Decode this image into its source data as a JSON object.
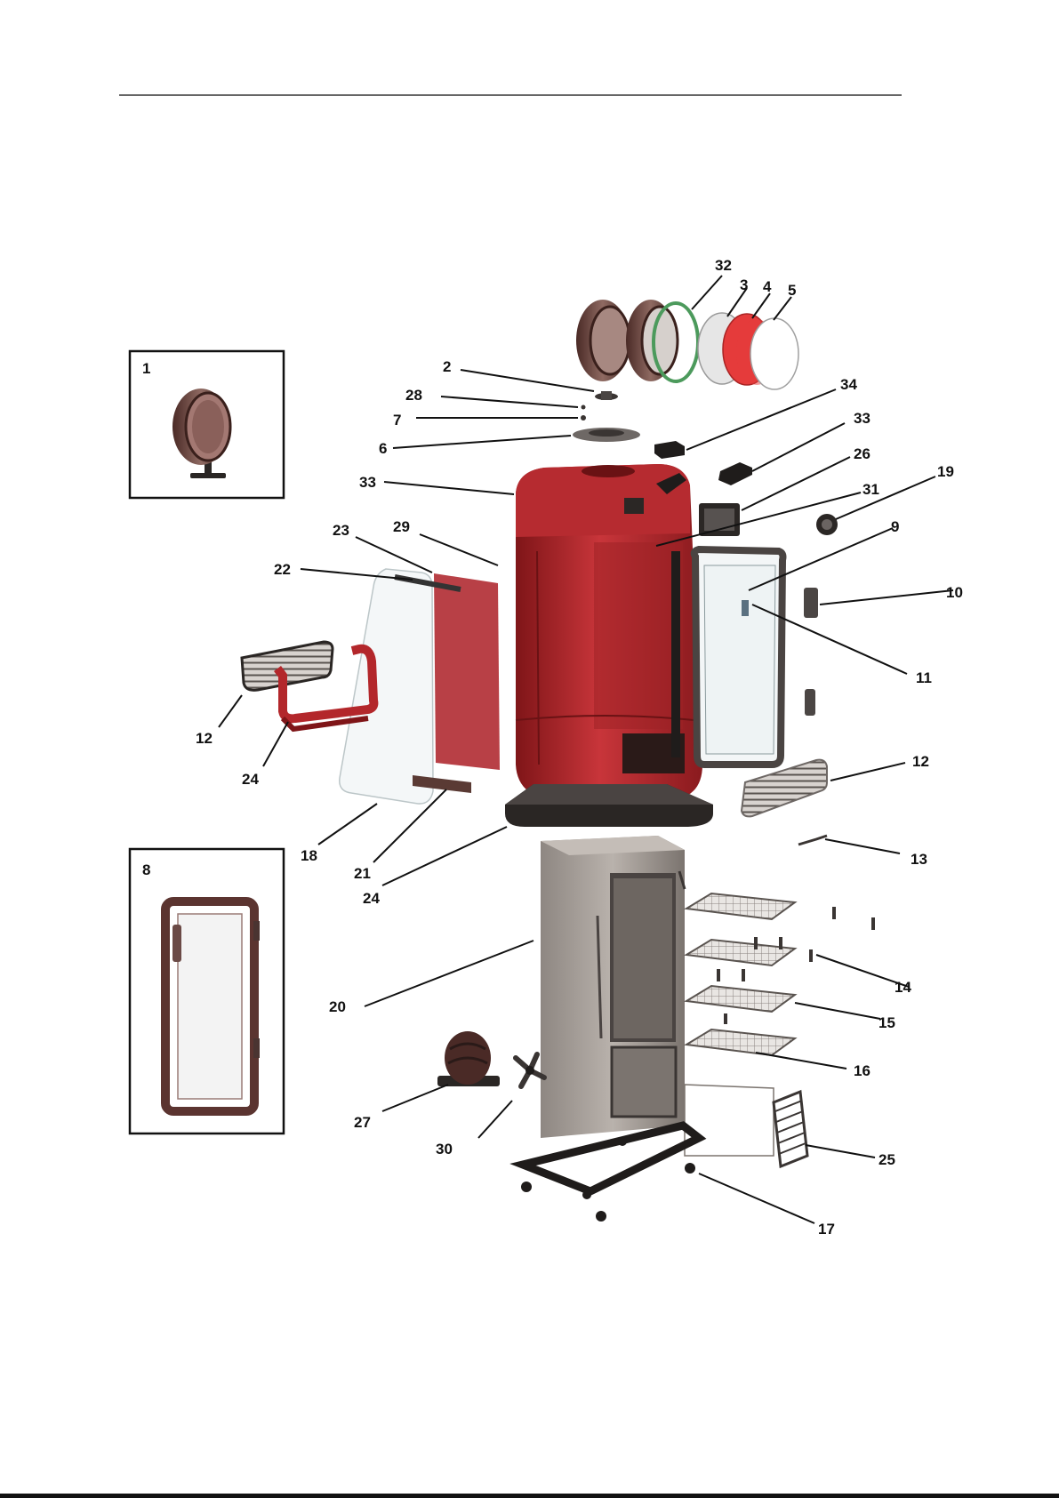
{
  "colors": {
    "body_red": "#b3272b",
    "body_red_dark": "#8a1a1e",
    "steel_grey": "#9e9690",
    "steel_dark": "#6d6661",
    "lens_red": "#e53b3b",
    "lens_white": "#e6e6e6",
    "gasket_green": "#4c9a5c",
    "glass": "#eef3f4",
    "base_black": "#2a2624"
  },
  "inset_labels": {
    "lamp": "1",
    "door": "8"
  },
  "callouts": {
    "c32": "32",
    "c3": "3",
    "c4": "4",
    "c5": "5",
    "c2": "2",
    "c28": "28",
    "c7": "7",
    "c6": "6",
    "c34": "34",
    "c33a": "33",
    "c33b": "33",
    "c26": "26",
    "c31": "31",
    "c19": "19",
    "c9": "9",
    "c10": "10",
    "c11": "11",
    "c23": "23",
    "c29": "29",
    "c22": "22",
    "c12a": "12",
    "c24a": "24",
    "c12b": "12",
    "c18": "18",
    "c21": "21",
    "c24b": "24",
    "c13": "13",
    "c20": "20",
    "c14": "14",
    "c15": "15",
    "c16": "16",
    "c27": "27",
    "c30": "30",
    "c25": "25",
    "c17": "17"
  },
  "icons": {
    "lamp": "lamp-assembly-icon",
    "door": "door-frame-icon"
  }
}
